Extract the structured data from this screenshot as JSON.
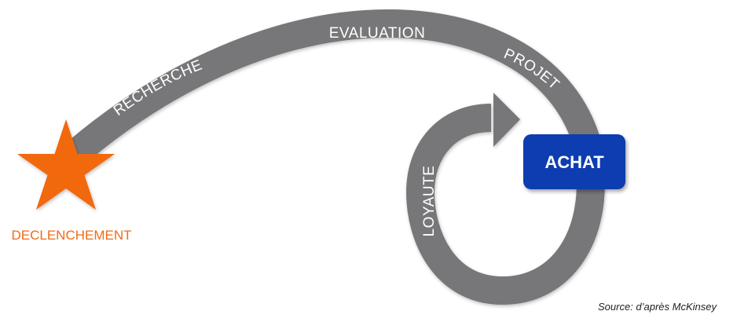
{
  "stages": {
    "trigger": "DECLENCHEMENT",
    "search": "RECHERCHE",
    "evaluation": "EVALUATION",
    "project": "PROJET",
    "purchase": "ACHAT",
    "loyalty": "LOYAUTE"
  },
  "source": "Source: d’après McKinsey",
  "colors": {
    "path": "#77777a",
    "star": "#f2680f",
    "trigger_text": "#ef6b16",
    "purchase_box": "#0c3db0",
    "label_text": "#ffffff"
  },
  "icons": {
    "trigger": "star-icon",
    "loyalty_loop_head": "arrow-head-icon"
  }
}
